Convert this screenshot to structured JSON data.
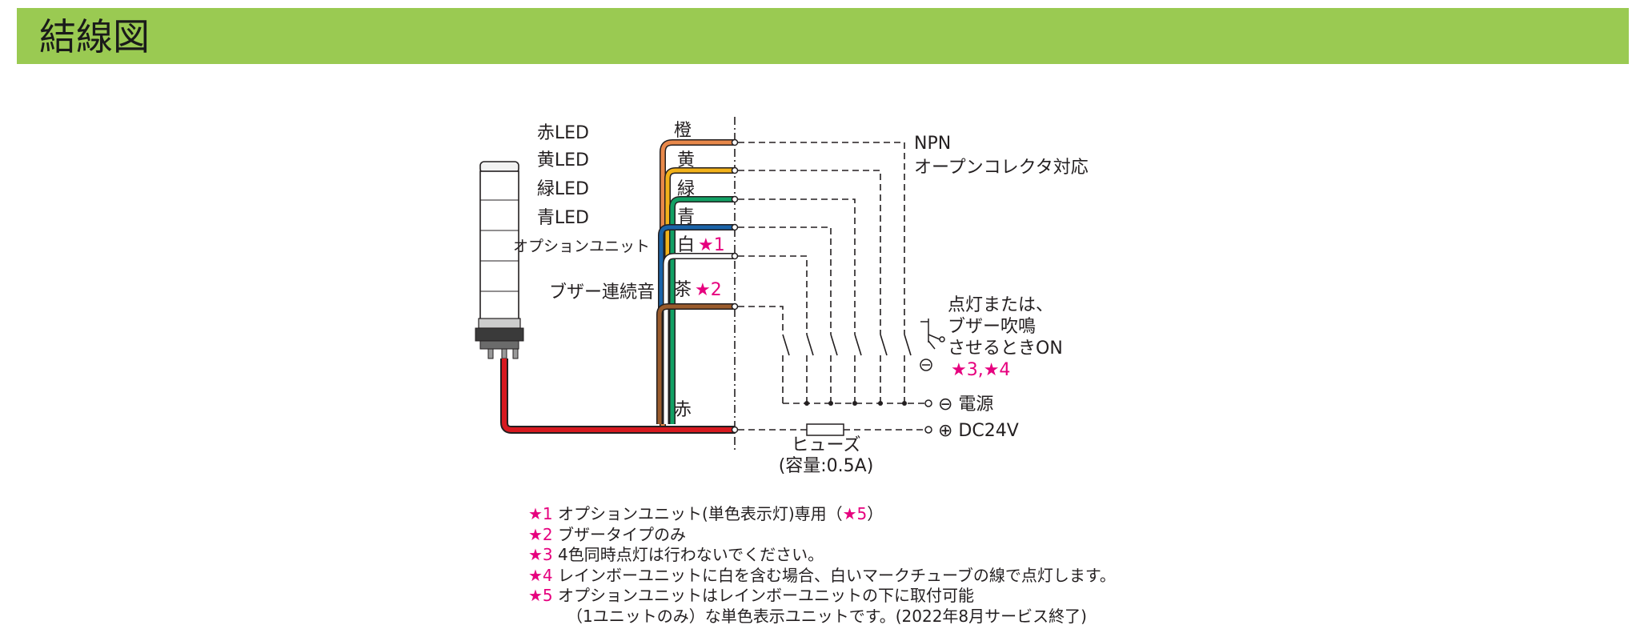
{
  "header": {
    "title": "結線図",
    "bg_color": "#9aca52"
  },
  "wires": [
    {
      "led_label": "赤LED",
      "color_name": "橙",
      "color": "#e8884a"
    },
    {
      "led_label": "黄LED",
      "color_name": "黄",
      "color": "#f2b21b"
    },
    {
      "led_label": "緑LED",
      "color_name": "緑",
      "color": "#12a064"
    },
    {
      "led_label": "青LED",
      "color_name": "青",
      "color": "#1a63a8"
    },
    {
      "led_label": "オプションユニット",
      "color_name": "白",
      "mark": "★1",
      "color": "#ffffff"
    },
    {
      "led_label": "ブザー連続音",
      "color_name": "茶",
      "mark": "★2",
      "color": "#9a5b2c"
    },
    {
      "led_label": "",
      "color_name": "赤",
      "color": "#d7191f"
    }
  ],
  "npn_label": {
    "line1": "NPN",
    "line2": "オープンコレクタ対応"
  },
  "switch_label": {
    "line1": "点灯または、",
    "line2": "ブザー吹鳴",
    "line3": "させるときON",
    "marks": "★3,★4"
  },
  "power": {
    "minus": "⊖ 電源",
    "plus": "⊕ DC24V"
  },
  "fuse": {
    "line1": "ヒューズ",
    "line2": "(容量:0.5A)"
  },
  "notes": [
    {
      "mark": "★1",
      "text": " オプションユニット(単色表示灯)専用（",
      "mark2": "★5",
      "text2": "）"
    },
    {
      "mark": "★2",
      "text": " ブザータイプのみ"
    },
    {
      "mark": "★3",
      "text": " 4色同時点灯は行わないでください。"
    },
    {
      "mark": "★4",
      "text": " レインボーユニットに白を含む場合、白いマークチューブの線で点灯します。"
    },
    {
      "mark": "★5",
      "text": " オプションユニットはレインボーユニットの下に取付可能"
    },
    {
      "text": "（1ユニットのみ）な単色表示ユニットです。(2022年8月サービス終了)"
    }
  ],
  "colors": {
    "mark": "#e6007e",
    "line": "#231f20"
  }
}
